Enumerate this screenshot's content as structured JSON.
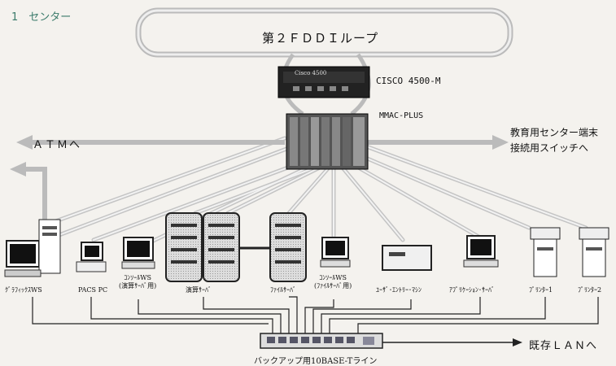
{
  "heading": "1　センター",
  "loop_label": "第２ＦＤＤＩループ",
  "cisco_label": "CISCO 4500-M",
  "cisco_badge": "Cisco 4500",
  "mmac_label": "MMAC-PLUS",
  "atm_label": "ＡＴＭへ",
  "edu_label_line1": "教育用センター端末",
  "edu_label_line2": "接続用スイッチへ",
  "lan_label": "既存ＬＡＮへ",
  "backup_label": "バックアップ用10BASE-Tライン",
  "devices": {
    "graphics_ws": "ｸﾞﾗﾌｨｯｸｽWS",
    "pacs_pc": "PACS PC",
    "console_ws_1_line1": "ｺﾝｿｰﾙWS",
    "console_ws_1_line2": "(演算ｻｰﾊﾞ用)",
    "compute_server": "演算ｻｰﾊﾞ",
    "file_server": "ﾌｧｲﾙｻｰﾊﾞ",
    "console_ws_2_line1": "ｺﾝｿｰﾙWS",
    "console_ws_2_line2": "(ﾌｧｲﾙｻｰﾊﾞ用)",
    "user_entry": "ﾕｰｻﾞ･ｴﾝﾄﾘｰ･ﾏｼﾝ",
    "app_server": "ｱﾌﾟﾘｹｰｼｮﾝ･ｻｰﾊﾞ",
    "printer_1": "ﾌﾟﾘﾝﾀｰ1",
    "printer_2": "ﾌﾟﾘﾝﾀｰ2"
  }
}
